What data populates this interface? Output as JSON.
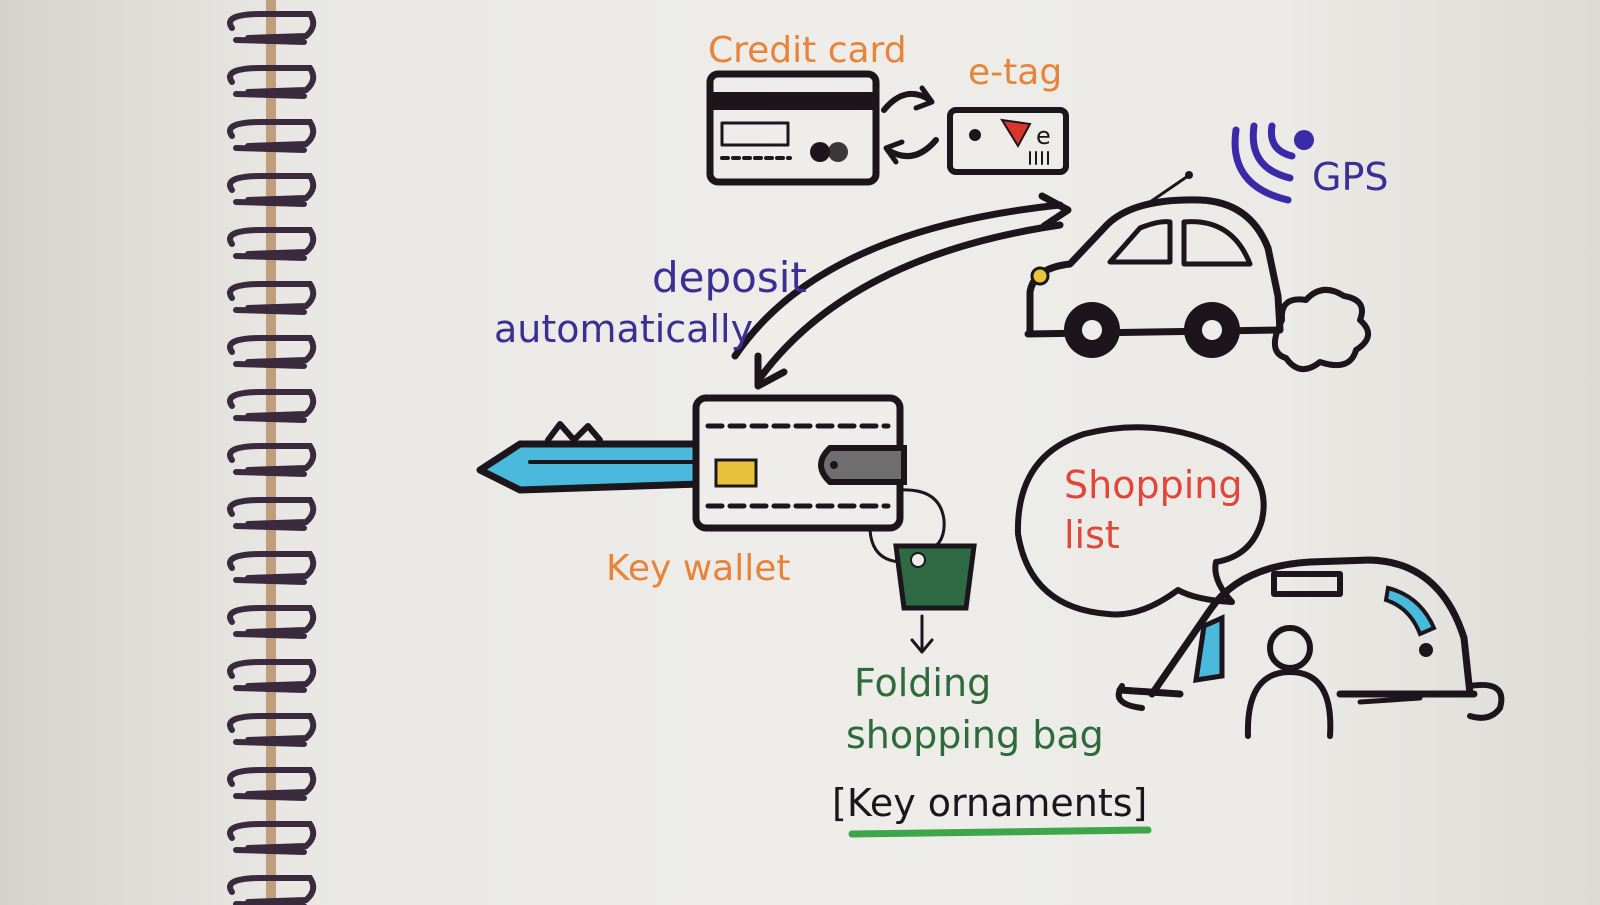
{
  "labels": {
    "credit_card": "Credit card",
    "etag": "e-tag",
    "etag_chip_letter": "e",
    "gps": "GPS",
    "deposit": "deposit",
    "automatically": "automatically",
    "key_wallet": "Key wallet",
    "shopping_list_line1": "Shopping",
    "shopping_list_line2": "list",
    "folding_line1": "Folding",
    "folding_line2": "shopping bag",
    "key_ornaments": "[Key ornaments]"
  },
  "colors": {
    "ink": "#1c161c",
    "orange_text": "#e8843a",
    "purple_text": "#3b2f93",
    "red_text": "#e0463a",
    "green_text": "#2f6b3a",
    "gps_signal": "#3a2aa8",
    "key_blade": "#49b9dc",
    "bag_green": "#2e6b45",
    "underline_green": "#3ea64a",
    "chip_yellow": "#e8c23a",
    "etag_red": "#d9362b",
    "spiral": "#3a2a3e",
    "binding_strip": "#b8906a"
  },
  "icons": [
    "credit-card-icon",
    "etag-icon",
    "sync-arrows-icon",
    "gps-signal-icon",
    "car-icon",
    "key-wallet-icon",
    "folding-bag-icon",
    "car-driver-icon",
    "speech-bubble-icon"
  ]
}
